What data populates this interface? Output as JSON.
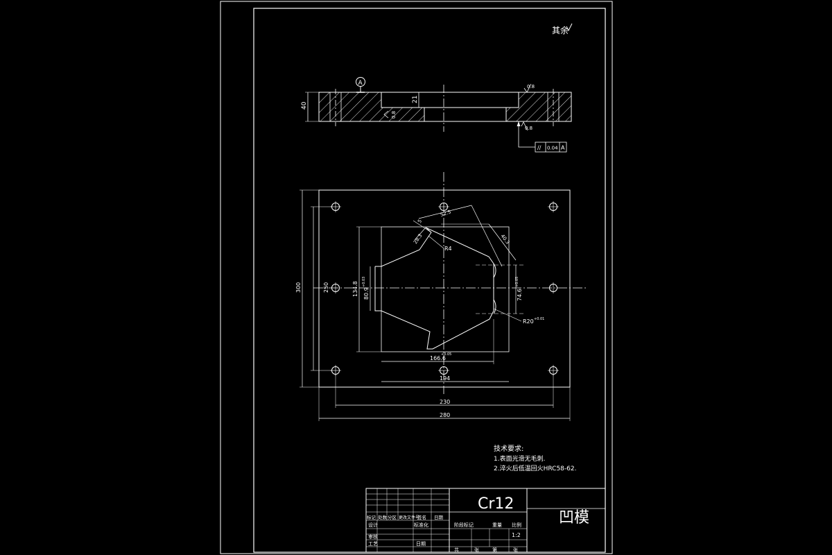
{
  "sheet": {
    "roughness_note": "其余",
    "surface_marks": {
      "top_right": "0.8",
      "left_section": "0.8",
      "bottom_section": "0.8"
    }
  },
  "section_view": {
    "datum_label": "A",
    "thickness_dim": "40",
    "step_dim": "21",
    "tolerance_frame": {
      "symbol": "//",
      "value": "0.04",
      "datum": "A"
    }
  },
  "plan_view": {
    "dims": {
      "outer_height": "300",
      "hole_spacing_y": "250",
      "outer_width": "280",
      "hole_spacing_x": "230",
      "inner_width": "194",
      "cavity_width": "166.6",
      "cavity_width_tol": "+0.05",
      "cavity_height": "134.8",
      "cavity_inner_height": "80.9",
      "cavity_inner_tol": "+0.03",
      "right_gap": "74.6",
      "right_gap_tol": "+0.05",
      "radius_small": "R4",
      "radius_slot": "R20",
      "radius_slot_tol": "+0.01",
      "angle_dim_1": "52.5",
      "angle_dim_2": "28.3",
      "angle_dim_3": "40.3",
      "angle_dim_4": "5"
    }
  },
  "tech_requirements": {
    "title": "技术要求:",
    "items": [
      "1.表面光滑无毛刺.",
      "2.淬火后低温回火HRC58-62."
    ]
  },
  "title_block": {
    "material": "Cr12",
    "part_name": "凹模",
    "header_labels": [
      "标记",
      "处数",
      "分区",
      "更改文件号",
      "签名",
      "日期"
    ],
    "row_design": "设计",
    "row_standard": "标准化",
    "row_check": "审核",
    "row_process": "工艺",
    "row_date": "日期",
    "stage_label": "阶段标记",
    "weight_label": "重量",
    "scale_label": "比例",
    "scale_value": "1:2",
    "sheets_total_label": "共",
    "sheets_label": "张",
    "sheet_no_label": "第",
    "sheet_no_suffix": "张"
  }
}
